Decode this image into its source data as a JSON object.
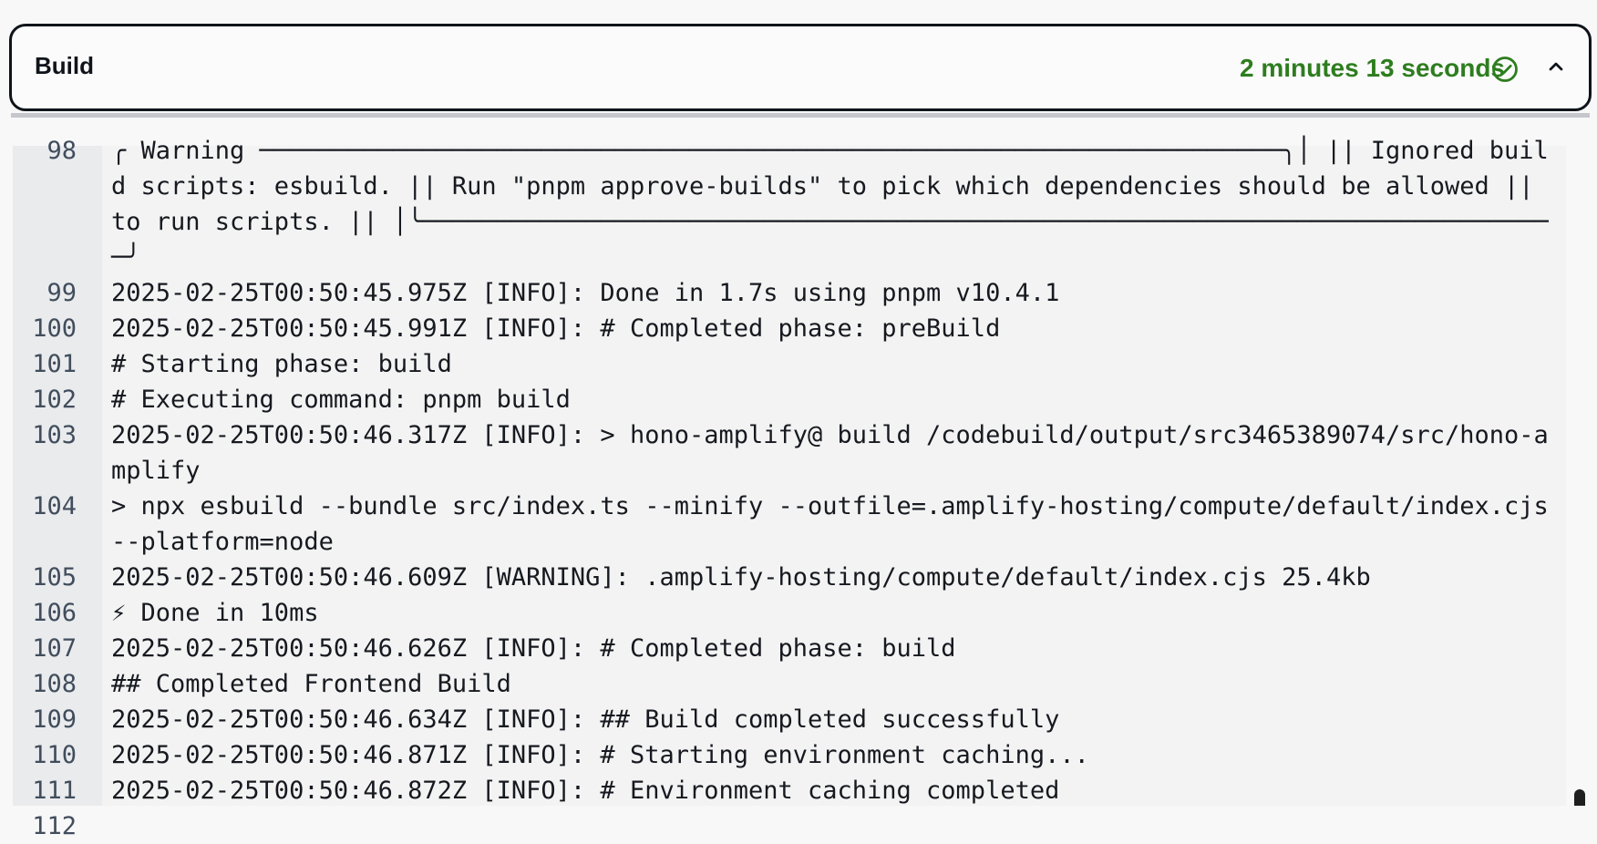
{
  "header": {
    "title": "Build",
    "duration": "2 minutes 13 seconds",
    "status_icon": "check-circle-icon",
    "collapse_icon": "chevron-up-icon",
    "status_color": "#2e7d1f"
  },
  "log": {
    "lines": [
      {
        "number": "98",
        "text": "╭ Warning ─────────────────────────────────────────────────────────────────────╮│ || Ignored build scripts: esbuild. || Run \"pnpm approve-builds\" to pick which dependencies should be allowed || to run scripts. || │╰─────────────────────────────────────────────────────────────────────────────╯"
      },
      {
        "number": "99",
        "text": "2025-02-25T00:50:45.975Z [INFO]: Done in 1.7s using pnpm v10.4.1"
      },
      {
        "number": "100",
        "text": "2025-02-25T00:50:45.991Z [INFO]: # Completed phase: preBuild"
      },
      {
        "number": "101",
        "text": "# Starting phase: build"
      },
      {
        "number": "102",
        "text": "# Executing command: pnpm build"
      },
      {
        "number": "103",
        "text": "2025-02-25T00:50:46.317Z [INFO]: > hono-amplify@ build /codebuild/output/src3465389074/src/hono-amplify"
      },
      {
        "number": "104",
        "text": "> npx esbuild --bundle src/index.ts --minify --outfile=.amplify-hosting/compute/default/index.cjs --platform=node"
      },
      {
        "number": "105",
        "text": "2025-02-25T00:50:46.609Z [WARNING]: .amplify-hosting/compute/default/index.cjs 25.4kb"
      },
      {
        "number": "106",
        "text": "⚡ Done in 10ms"
      },
      {
        "number": "107",
        "text": "2025-02-25T00:50:46.626Z [INFO]: # Completed phase: build"
      },
      {
        "number": "108",
        "text": "## Completed Frontend Build"
      },
      {
        "number": "109",
        "text": "2025-02-25T00:50:46.634Z [INFO]: ## Build completed successfully"
      },
      {
        "number": "110",
        "text": "2025-02-25T00:50:46.871Z [INFO]: # Starting environment caching..."
      },
      {
        "number": "111",
        "text": "2025-02-25T00:50:46.872Z [INFO]: # Environment caching completed"
      },
      {
        "number": "112",
        "text": ""
      }
    ]
  }
}
